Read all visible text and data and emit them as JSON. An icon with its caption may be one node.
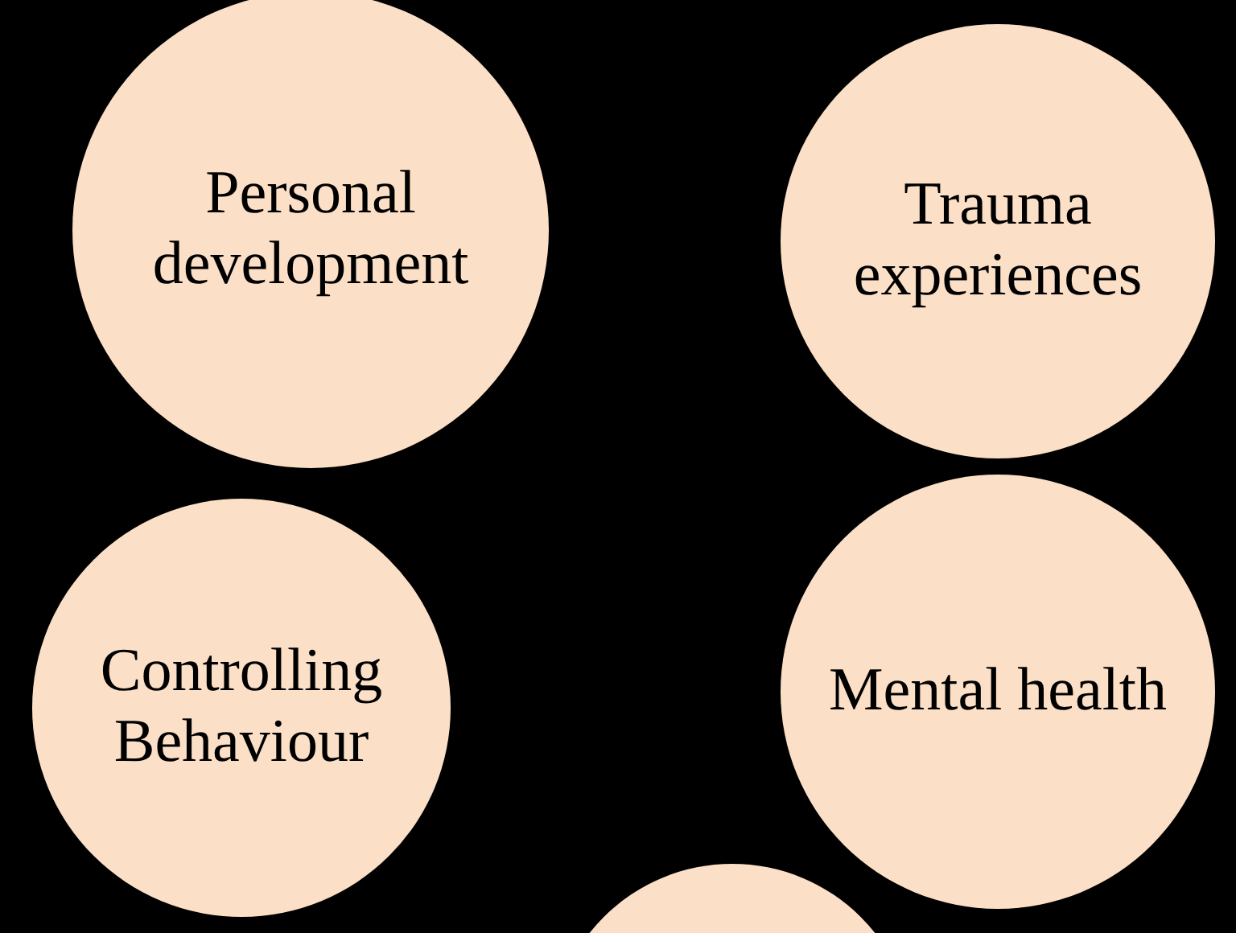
{
  "diagram": {
    "nodes": [
      {
        "text": [
          "Personal development"
        ]
      },
      {
        "text": [
          "Trauma experiences"
        ]
      },
      {
        "text": [
          "Mental health"
        ]
      },
      {
        "text": [
          "Controlling Behaviour"
        ]
      },
      {
        "text": [],
        "shape": "circle"
      }
    ]
  }
}
